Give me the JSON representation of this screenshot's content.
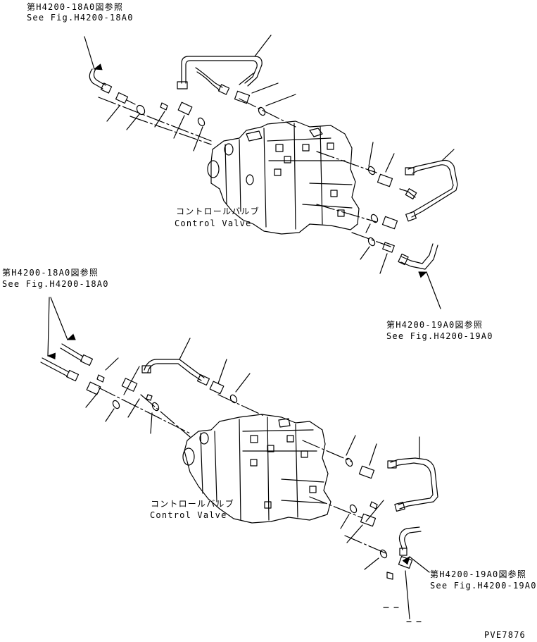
{
  "upper": {
    "ref_top": {
      "jp": "第H4200-18A0図参照",
      "en": "See Fig.H4200-18A0"
    },
    "valve": {
      "jp": "コントロールバルブ",
      "en": "Control Valve"
    },
    "ref_right": {
      "jp": "第H4200-19A0図参照",
      "en": "See Fig.H4200-19A0"
    }
  },
  "lower": {
    "ref_left": {
      "jp": "第H4200-18A0図参照",
      "en": "See Fig.H4200-18A0"
    },
    "valve": {
      "jp": "コントロールバルブ",
      "en": "Control Valve"
    },
    "ref_right": {
      "jp": "第H4200-19A0図参照",
      "en": "See Fig.H4200-19A0"
    }
  },
  "drawing_code": "PVE7876"
}
